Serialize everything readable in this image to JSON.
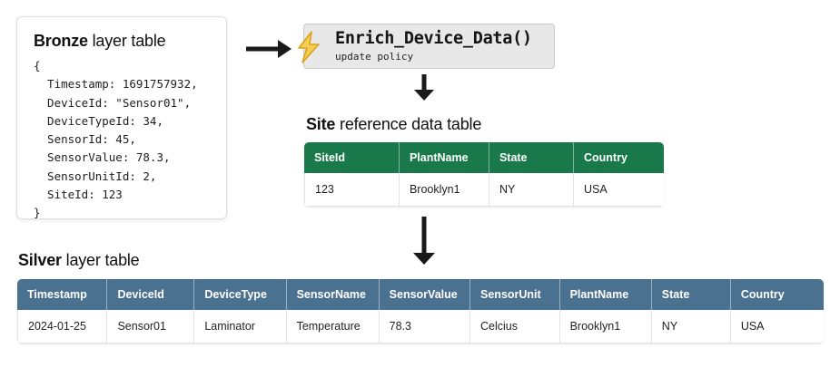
{
  "bronze": {
    "title_strong": "Bronze",
    "title_rest": " layer table",
    "json_text": "{\n  Timestamp: 1691757932,\n  DeviceId: \"Sensor01\",\n  DeviceTypeId: 34,\n  SensorId: 45,\n  SensorValue: 78.3,\n  SensorUnitId: 2,\n  SiteId: 123\n}"
  },
  "function_box": {
    "icon": "lightning-bolt-icon",
    "name": "Enrich_Device_Data()",
    "subtitle": "update policy",
    "background": "#e8e8e8",
    "border": "#c9c9c9",
    "bolt_color": "#f5c33b"
  },
  "arrows": {
    "right_arrow": "arrow-right-icon",
    "down_arrow_1": "arrow-down-icon",
    "down_arrow_2": "arrow-down-icon",
    "color": "#1a1a1a"
  },
  "site_table": {
    "title_strong": "Site",
    "title_rest": " reference data table",
    "header_color": "#19794a",
    "columns": [
      "SiteId",
      "PlantName",
      "State",
      "Country"
    ],
    "rows": [
      [
        "123",
        "Brooklyn1",
        "NY",
        "USA"
      ]
    ]
  },
  "silver_table": {
    "title_strong": "Silver",
    "title_rest": " layer table",
    "header_color": "#4b7190",
    "columns": [
      "Timestamp",
      "DeviceId",
      "DeviceType",
      "SensorName",
      "SensorValue",
      "SensorUnit",
      "PlantName",
      "State",
      "Country"
    ],
    "rows": [
      [
        "2024-01-25",
        "Sensor01",
        "Laminator",
        "Temperature",
        "78.3",
        "Celcius",
        "Brooklyn1",
        "NY",
        "USA"
      ]
    ]
  }
}
